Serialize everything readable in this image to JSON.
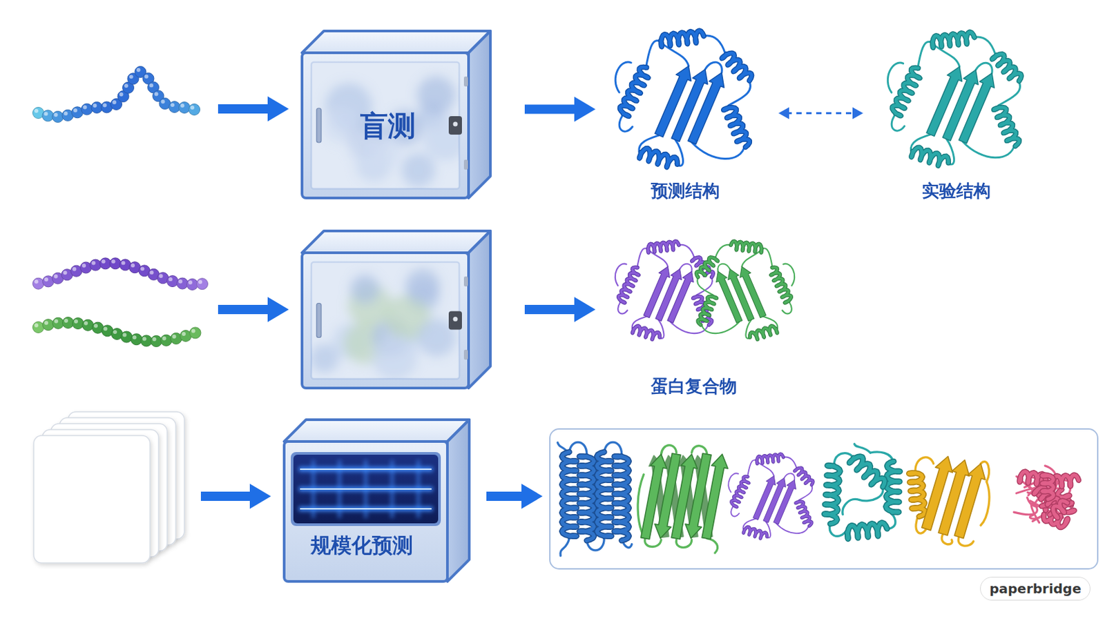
{
  "diagram": {
    "nodes": [
      {
        "text": [
          "盲测"
        ]
      },
      {
        "text": [
          "预测结构"
        ]
      },
      {
        "text": [
          "实验结构"
        ]
      },
      {
        "text": [
          "蛋白复合物"
        ]
      },
      {
        "text": [
          "规模化预测"
        ]
      }
    ],
    "edges": [
      {
        "from": 0,
        "to": 1,
        "arrow": "to"
      },
      {
        "from": 1,
        "to": 2,
        "arrow": "both"
      }
    ],
    "labels": [
      "paperbridge"
    ]
  }
}
